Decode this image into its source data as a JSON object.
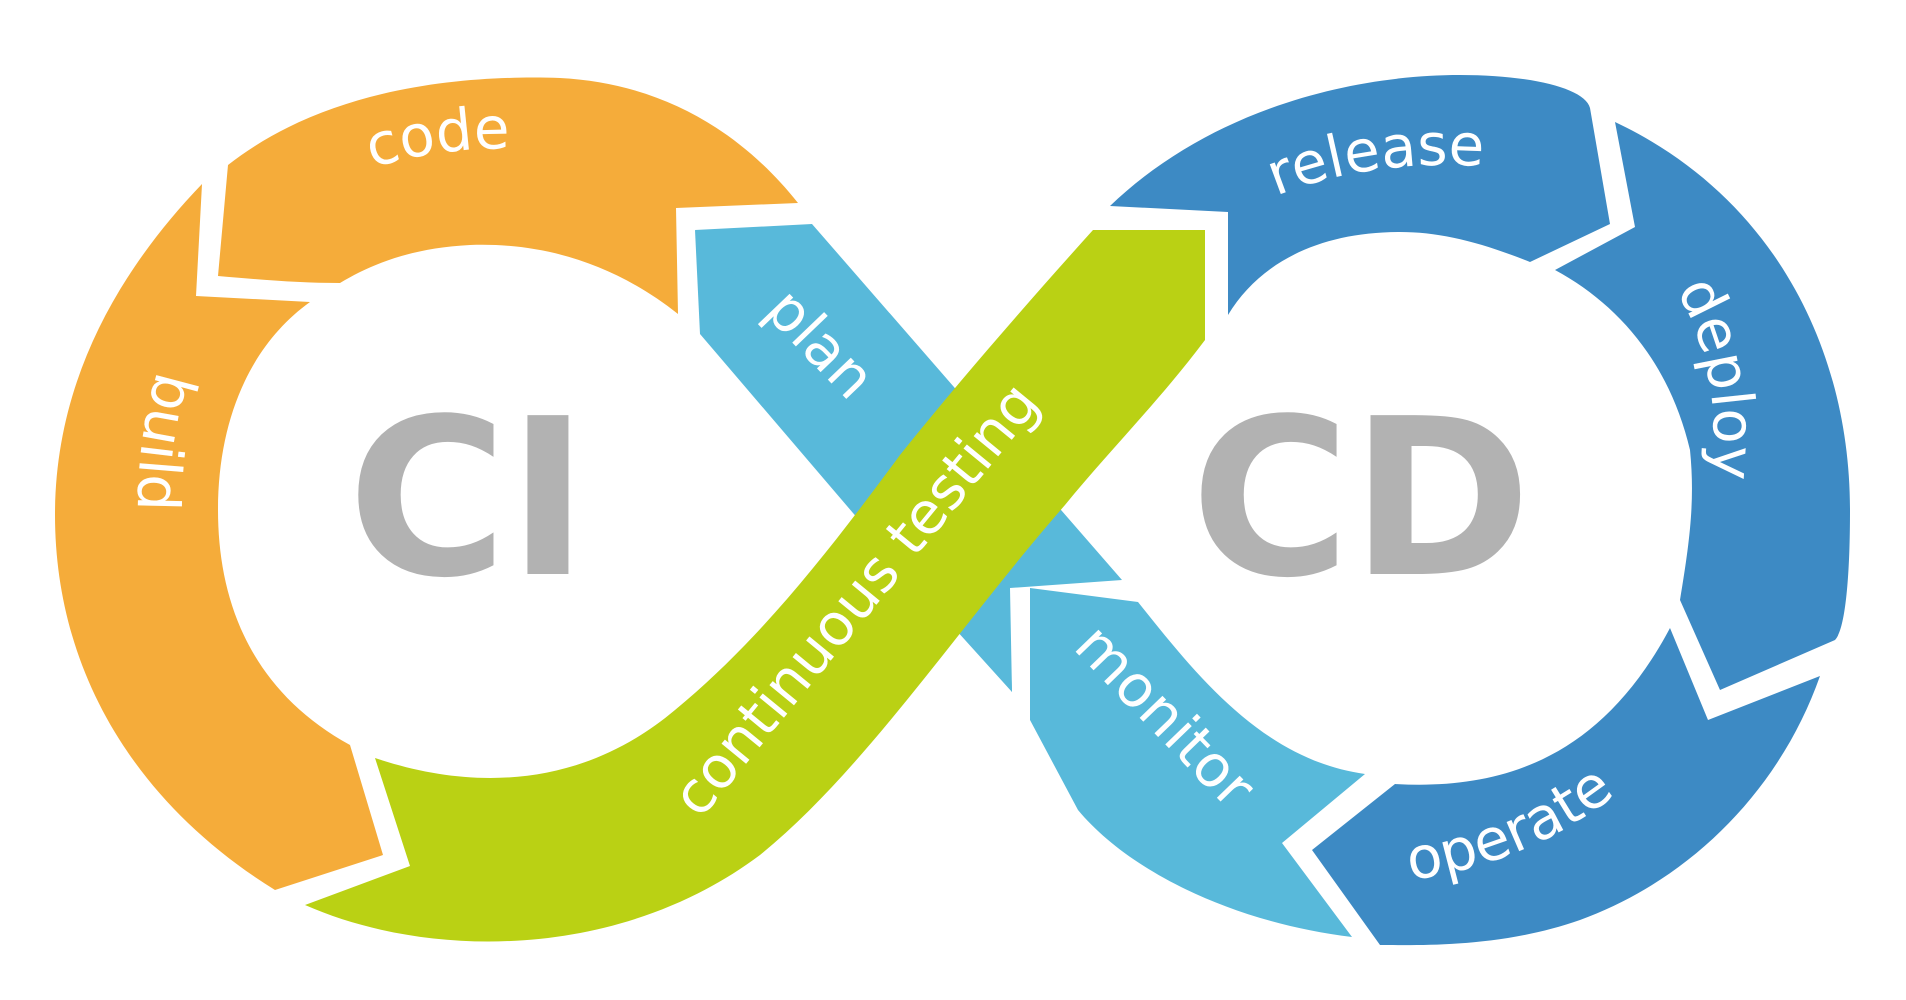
{
  "hubs": {
    "ci": "CI",
    "cd": "CD"
  },
  "segments": {
    "code": "code",
    "build": "build",
    "plan": "plan",
    "continuous_testing": "continuous testing",
    "release": "release",
    "deploy": "deploy",
    "operate": "operate",
    "monitor": "monitor"
  },
  "colors": {
    "orange": "#f5ac3a",
    "light_blue": "#58b9da",
    "lime": "#bad114",
    "blue": "#3d8ac4",
    "hub_text": "#b2b2b2",
    "background": "#ffffff"
  }
}
